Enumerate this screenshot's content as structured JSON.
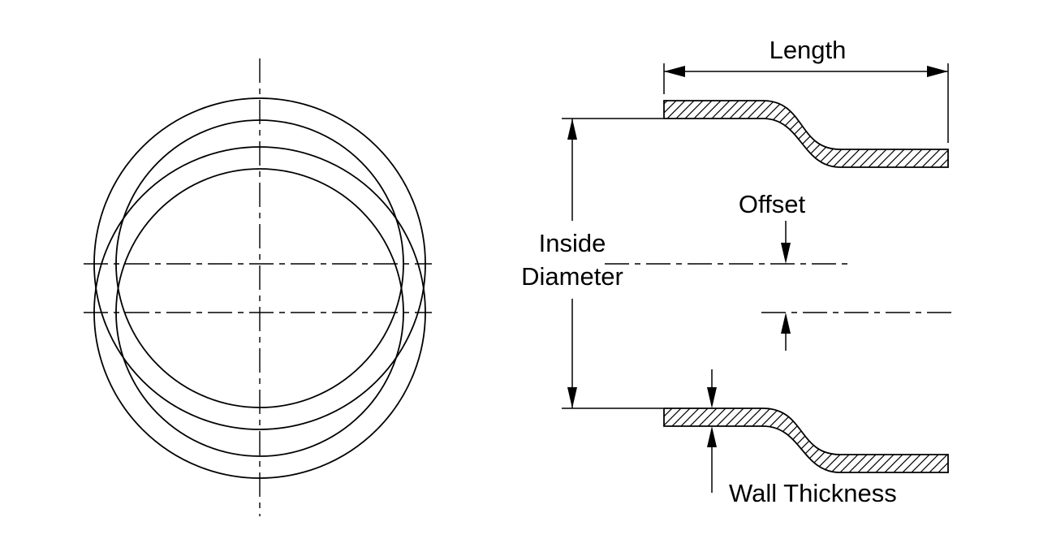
{
  "diagram": {
    "type": "engineering-drawing",
    "description": "Offset hose coupler dimension diagram: front view with offset concentric circles and side cross-section view with hatched walls",
    "labels": {
      "length": "Length",
      "inside_diameter_line1": "Inside",
      "inside_diameter_line2": "Diameter",
      "offset": "Offset",
      "wall_thickness": "Wall Thickness"
    },
    "colors": {
      "line": "#000000",
      "text": "#000000",
      "background": "#ffffff"
    }
  }
}
